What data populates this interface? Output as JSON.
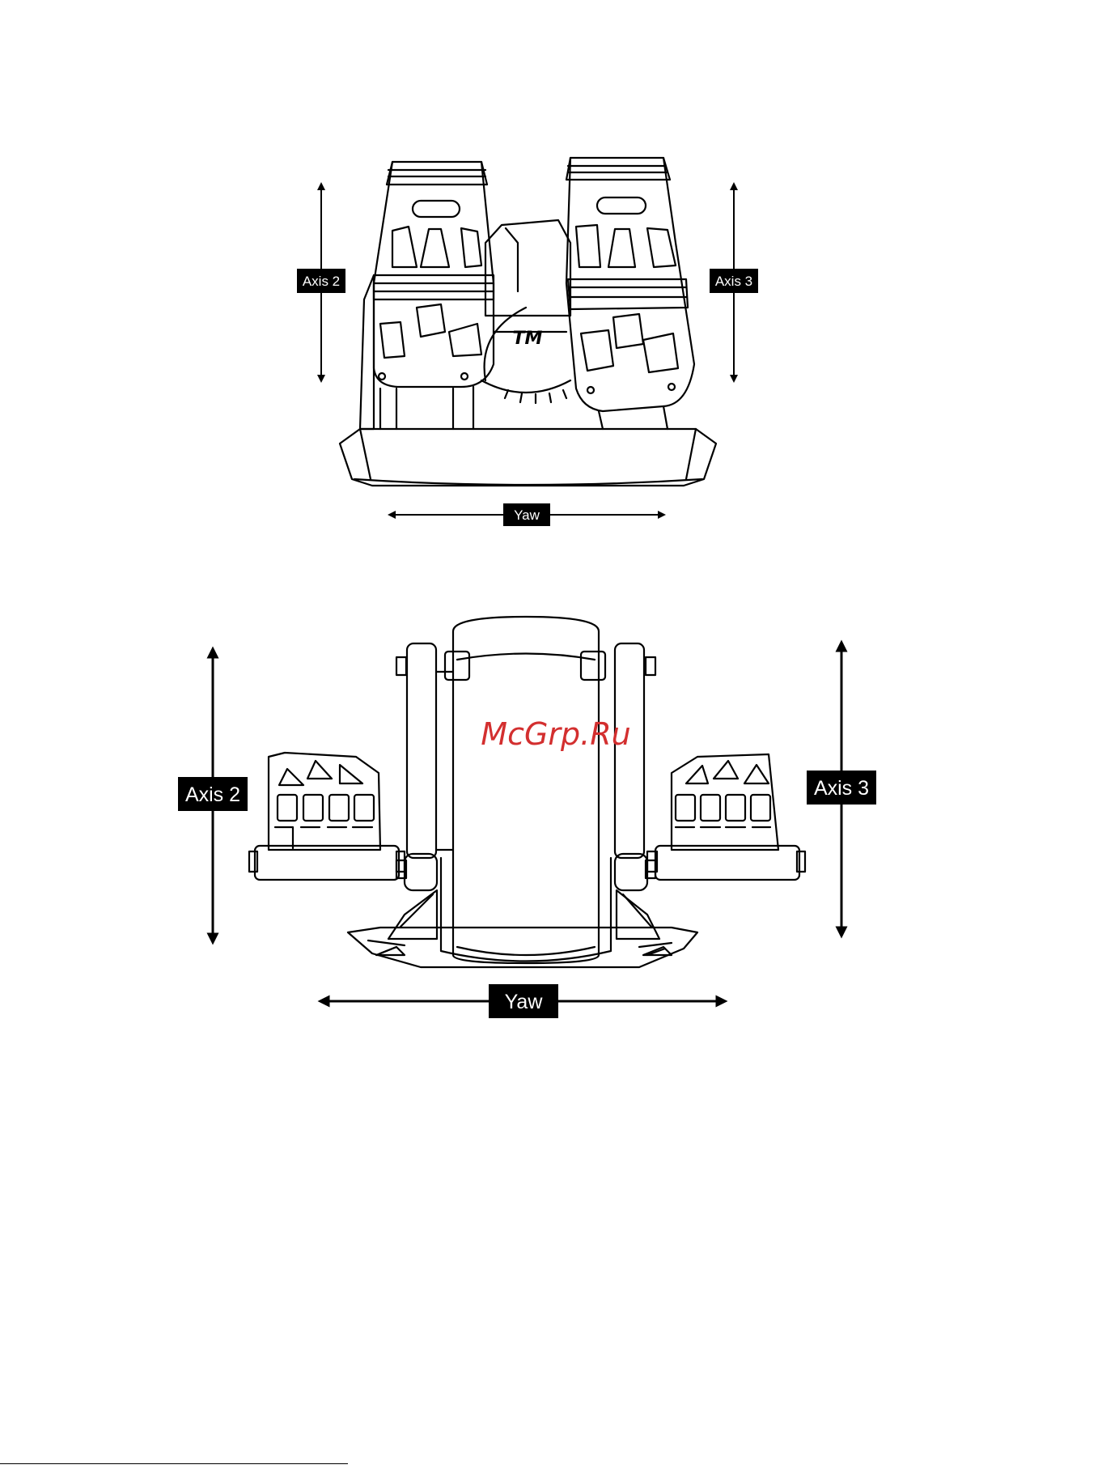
{
  "top_diagram": {
    "axis_left_label": "Axis 2",
    "axis_right_label": "Axis 3",
    "yaw_label": "Yaw",
    "logo_text": "TM"
  },
  "bottom_diagram": {
    "axis_left_label": "Axis 2",
    "axis_right_label": "Axis 3",
    "yaw_label": "Yaw"
  },
  "watermark": {
    "text": "McGrp.Ru",
    "color": "#d32f2f"
  },
  "colors": {
    "line": "#000000",
    "background": "#ffffff",
    "label_fill": "#000000",
    "label_text": "#ffffff"
  }
}
